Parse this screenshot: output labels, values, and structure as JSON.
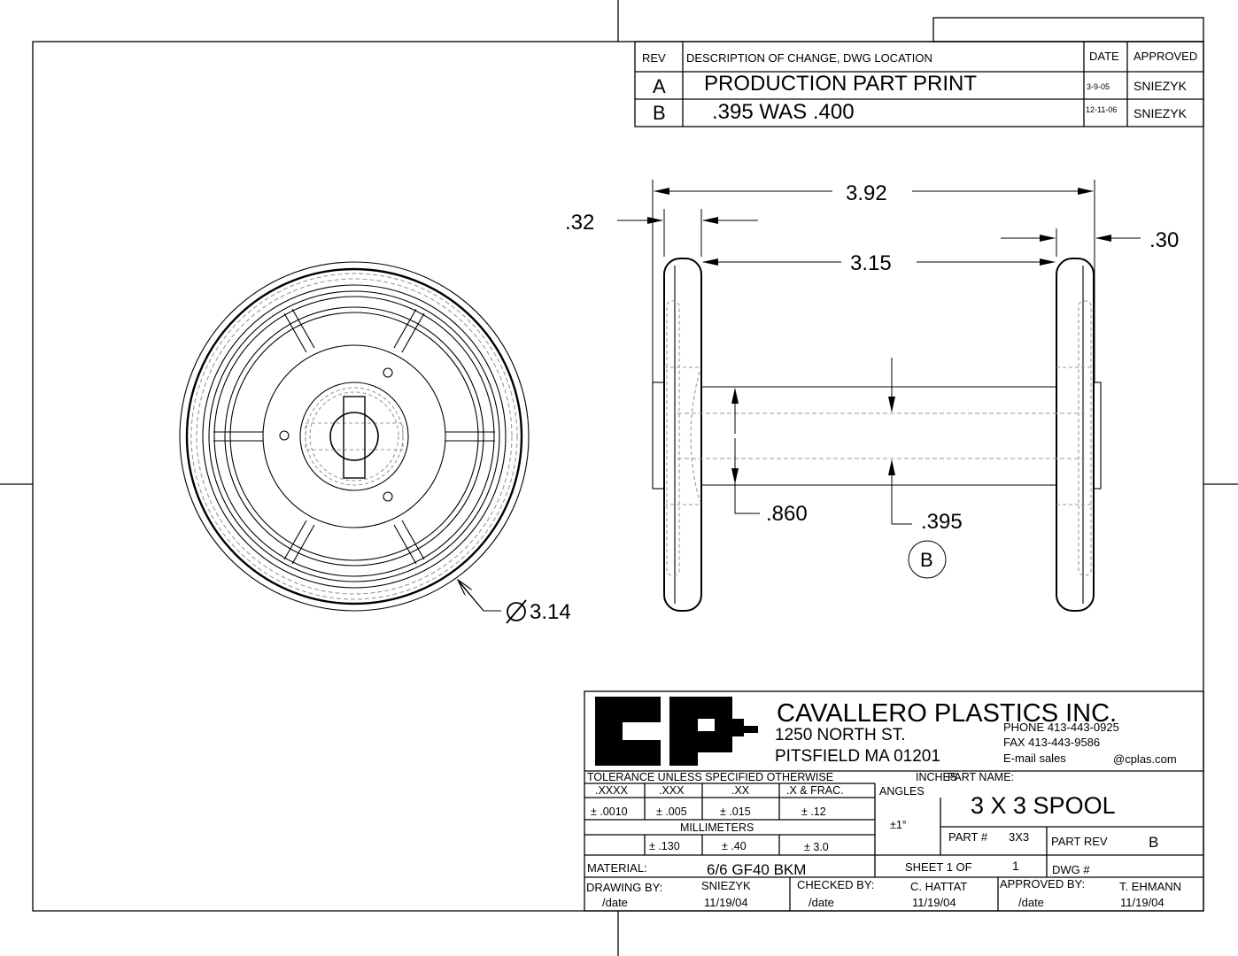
{
  "revision_block": {
    "headers": {
      "rev": "REV",
      "description": "DESCRIPTION OF CHANGE, DWG LOCATION",
      "date": "DATE",
      "approved": "APPROVED"
    },
    "rows": [
      {
        "rev": "A",
        "description": "PRODUCTION PART PRINT",
        "date": "3-9-05",
        "approved": "SNIEZYK"
      },
      {
        "rev": "B",
        "description": ".395 WAS .400",
        "date": "12-11-06",
        "approved": "SNIEZYK"
      }
    ]
  },
  "dimensions": {
    "overall_length": "3.92",
    "between_flanges": "3.15",
    "left_flange": ".32",
    "right_flange": ".30",
    "outer_diameter": "3.14",
    "hub_diameter": ".860",
    "bore": ".395",
    "rev_callout": "B"
  },
  "title_block": {
    "company": "CAVALLERO PLASTICS INC.",
    "street": "1250 NORTH ST.",
    "city": "PITSFIELD MA 01201",
    "phone": "PHONE 413-443-0925",
    "fax": "FAX  413-443-9586",
    "email_label": "E-mail sales",
    "email_domain": "@cplas.com",
    "tolerance_title": "TOLERANCE UNLESS SPECIFIED OTHERWISE",
    "inches": "INCHES",
    "tol_headers": [
      ".XXXX",
      ".XXX",
      ".XX",
      ".X   & FRAC."
    ],
    "tol_inch_values": [
      "± .0010",
      "± .005",
      "±  .015",
      "± .12"
    ],
    "millimeters": "MILLIMETERS",
    "tol_mm_values": [
      "± .130",
      "± .40",
      "± 3.0"
    ],
    "angles_label": "ANGLES",
    "angles_value": "±1°",
    "part_name_label": "PART NAME:",
    "part_name": "3 X 3 SPOOL",
    "part_no_label": "PART #",
    "part_no": "3X3",
    "part_rev_label": "PART REV",
    "part_rev": "B",
    "material_label": "MATERIAL:",
    "material": "6/6 GF40 BKM",
    "sheet_label": "SHEET 1 OF",
    "sheet_total": "1",
    "dwg_label": "DWG #",
    "drawn_label": "DRAWING BY:",
    "drawn_by": "SNIEZYK",
    "drawn_date": "11/19/04",
    "checked_label": "CHECKED BY:",
    "checked_by": "C. HATTAT",
    "checked_date": "11/19/04",
    "approved_label": "APPROVED BY:",
    "approved_by": "T. EHMANN",
    "approved_date": "11/19/04",
    "date_label": "/date"
  }
}
